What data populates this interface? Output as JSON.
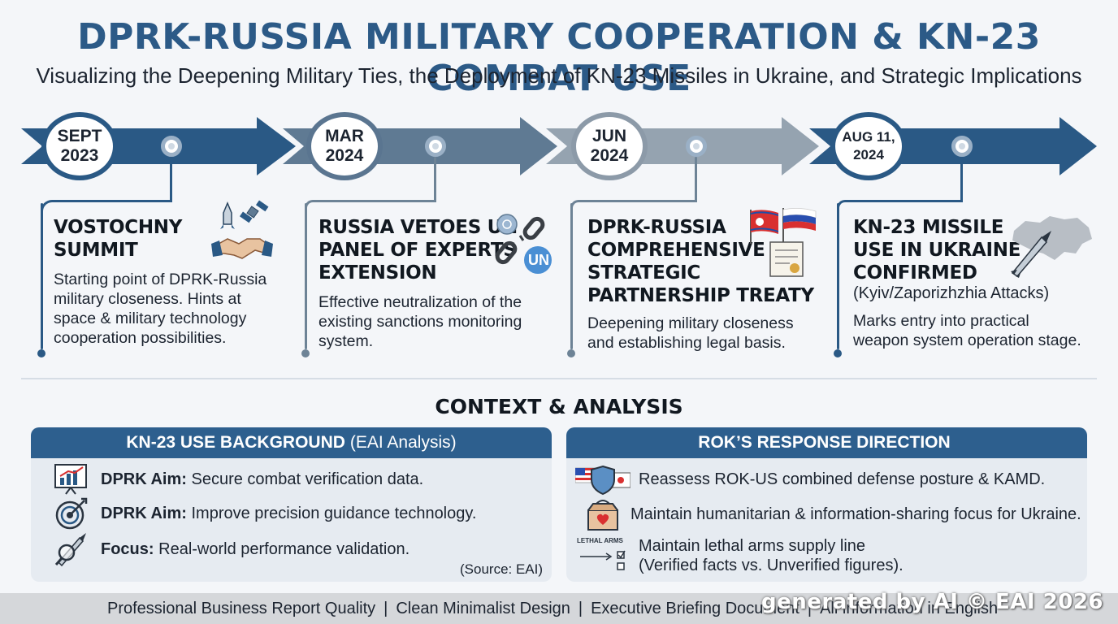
{
  "header": {
    "title": "DPRK-RUSSIA MILITARY COOPERATION & KN-23 COMBAT USE",
    "subtitle": "Visualizing the Deepening Military Ties, the Deployment of KN-23 Missiles in Ukraine, and Strategic Implications"
  },
  "timeline": [
    {
      "date_line1": "SEPT",
      "date_line2": "2023",
      "title": [
        "VOSTOCHNY",
        "SUMMIT"
      ],
      "desc": [
        "Starting point of DPRK-Russia",
        "military closeness. Hints at",
        "space & military technology",
        "cooperation possibilities."
      ],
      "icon": "handshake-rocket-satellite-icon"
    },
    {
      "date_line1": "MAR",
      "date_line2": "2024",
      "title": [
        "RUSSIA VETOES UN",
        "PANEL OF EXPERTS",
        "EXTENSION"
      ],
      "desc": [
        "Effective neutralization of the",
        "existing sanctions monitoring",
        "system."
      ],
      "icon": "broken-chain-un-icon",
      "un_label": "UN"
    },
    {
      "date_line1": "JUN",
      "date_line2": "2024",
      "title": [
        "DPRK-RUSSIA",
        "COMPREHENSIVE",
        "STRATEGIC",
        "PARTNERSHIP TREATY"
      ],
      "desc": [
        "Deepening military closeness",
        "and establishing legal basis."
      ],
      "icon": "flags-treaty-icon"
    },
    {
      "date_line1": "AUG 11,",
      "date_line2": "2024",
      "title": [
        "KN-23 MISSILE",
        "USE IN UKRAINE",
        "CONFIRMED"
      ],
      "subtitle": "(Kyiv/Zaporizhzhia Attacks)",
      "desc": [
        "Marks entry into practical",
        "weapon system operation stage."
      ],
      "icon": "ukraine-map-missile-icon"
    }
  ],
  "context": {
    "title": "CONTEXT & ANALYSIS",
    "left": {
      "heading_bold": "KN-23 USE BACKGROUND",
      "heading_rest": "(EAI Analysis)",
      "items": [
        {
          "label": "DPRK Aim:",
          "text": "Secure combat verification data.",
          "icon": "chart-board-icon"
        },
        {
          "label": "DPRK Aim:",
          "text": "Improve precision guidance technology.",
          "icon": "target-icon"
        },
        {
          "label": "Focus:",
          "text": "Real-world performance validation.",
          "icon": "missile-magnifier-icon"
        }
      ],
      "source": "(Source: EAI)"
    },
    "right": {
      "heading": "ROK’S RESPONSE DIRECTION",
      "items": [
        {
          "text": [
            "Reassess ROK-US combined defense posture & KAMD."
          ],
          "icon": "shield-flag-icon"
        },
        {
          "text": [
            "Maintain humanitarian & information-sharing focus for Ukraine."
          ],
          "icon": "aid-box-icon"
        },
        {
          "text": [
            "Maintain lethal arms supply line",
            "(Verified facts vs. Unverified figures)."
          ],
          "icon": "lethal-arms-checklist-icon",
          "icon_label": "LETHAL ARMS"
        }
      ]
    }
  },
  "footer": {
    "items": [
      "Professional Business Report Quality",
      "Clean Minimalist Design",
      "Executive Briefing Document",
      "All information in English"
    ],
    "separator": "|",
    "watermark": "generated by AI © EAI 2026"
  },
  "colors": {
    "title": "#2c5a87",
    "panel_head": "#2d5f8e",
    "arrow_dark": "#2a5985",
    "arrow_mid": "#5a7590",
    "arrow_light": "#8c9aa8"
  }
}
